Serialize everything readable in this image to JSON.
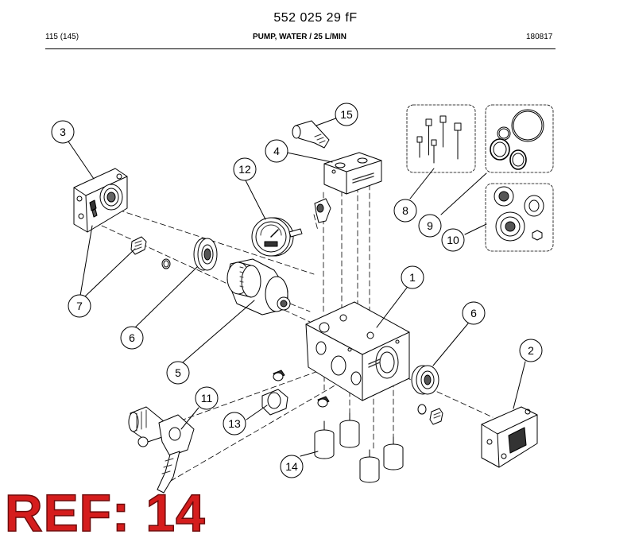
{
  "header": {
    "doc_number": "552 025 29 fF",
    "page": "115 (145)",
    "title": "PUMP, WATER / 25 L/MIN",
    "date_code": "180817"
  },
  "callouts": [
    "1",
    "2",
    "3",
    "4",
    "5",
    "6",
    "6",
    "7",
    "8",
    "9",
    "10",
    "11",
    "12",
    "13",
    "14",
    "15"
  ],
  "ref_stamp": "REF: 14",
  "colors": {
    "stamp": "#d51d1d",
    "stamp_outline": "#6e0b0b",
    "line": "#000000"
  }
}
